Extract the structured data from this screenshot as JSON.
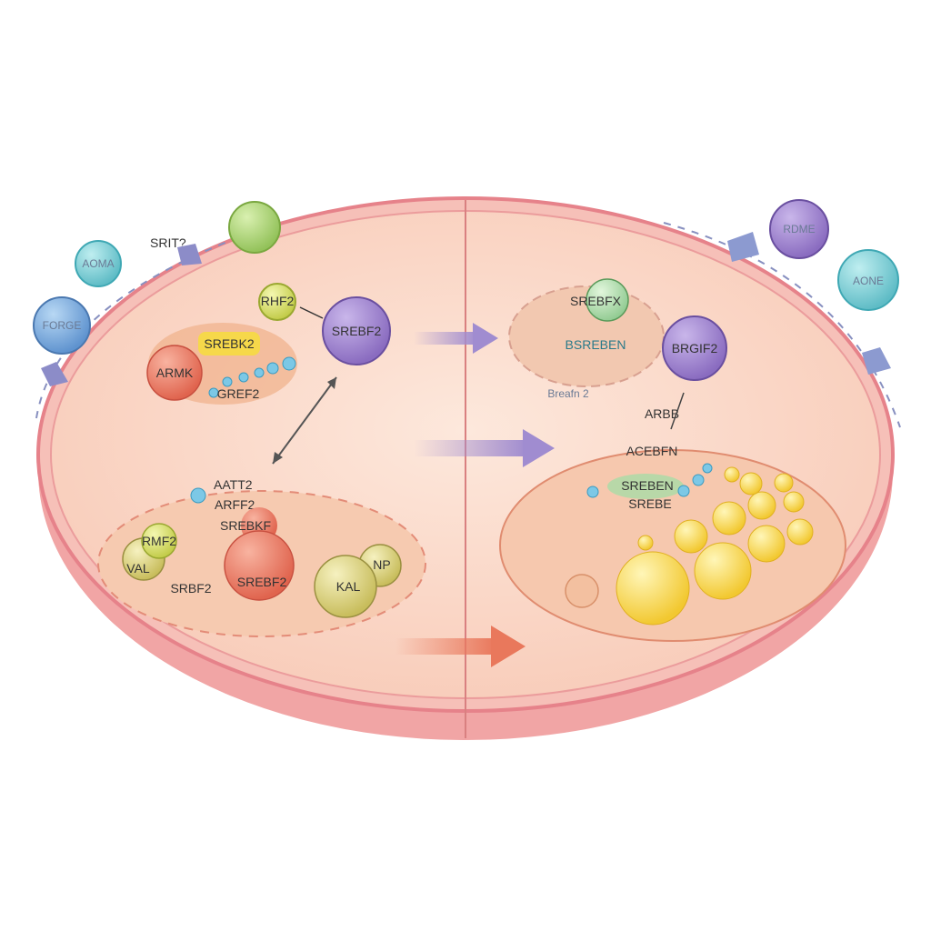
{
  "colors": {
    "membrane": "#e6828a",
    "cytoplasm": "#fbdccc",
    "arrow_purple": "#a08cd0",
    "arrow_orange": "#e9785c",
    "lipid_droplet": "#f7d44a",
    "purple_protein": "#9277c4",
    "teal_protein": "#72c8d0",
    "green_protein": "#a6d06a"
  },
  "left": {
    "outside": {
      "blue_bubble": "FORGE",
      "teal_bubble": "AOMA",
      "label_srit": "SRIT?"
    },
    "top": {
      "srebf2": "SREBF2",
      "rhf2": "RHF2",
      "srebk2": "SREBK2",
      "armk": "ARMK",
      "grf2": "GREF2"
    },
    "bottom": {
      "aatt2": "AATT2",
      "arff2": "ARFF2",
      "srebkf": "SREBKF",
      "rmf2": "RMF2",
      "val": "VAL",
      "srbf2": "SRBF2",
      "srebf2": "SREBF2",
      "kal": "KAL",
      "np": "NP"
    }
  },
  "right": {
    "outside": {
      "purple_bubble": "RDME",
      "teal_bubble": "AONE"
    },
    "top": {
      "srebfx": "SREBFX",
      "bsreben": "BSREBEN",
      "brgif2": "BRGIF2",
      "breafn2": "Breafn 2"
    },
    "middle": {
      "arbb": "ARBB",
      "acebfn": "ACEBFN"
    },
    "bottom": {
      "srebe1": "SREBEN",
      "srebe2": "SREBE"
    }
  }
}
